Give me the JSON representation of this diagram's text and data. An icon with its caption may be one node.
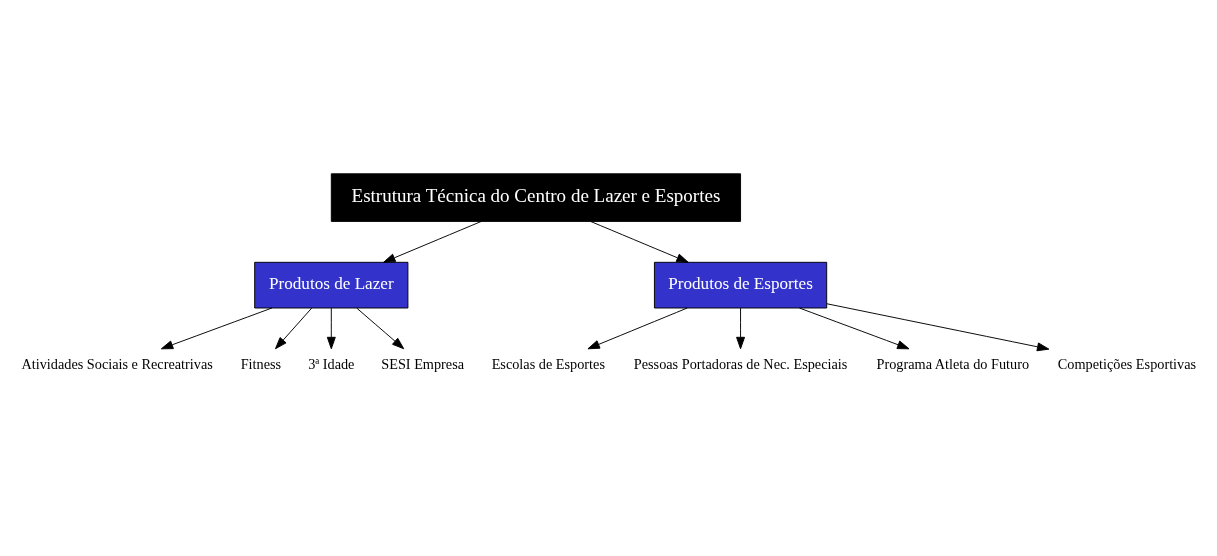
{
  "diagram": {
    "nodes": [
      {
        "text": [
          "Estrutura Técnica do Centro de Lazer e Esportes"
        ]
      },
      {
        "text": [
          "Produtos de Lazer"
        ]
      },
      {
        "text": [
          "Produtos de Esportes"
        ]
      },
      {
        "text": [
          "Atividades Sociais e Recreatrivas"
        ]
      },
      {
        "text": [
          "Fitness"
        ]
      },
      {
        "text": [
          "3ª Idade"
        ]
      },
      {
        "text": [
          "SESI Empresa"
        ]
      },
      {
        "text": [
          "Escolas de Esportes"
        ]
      },
      {
        "text": [
          "Pessoas Portadoras de Nec. Especiais"
        ]
      },
      {
        "text": [
          "Programa Atleta do Futuro"
        ]
      },
      {
        "text": [
          "Competições Esportivas"
        ]
      }
    ],
    "edges": [
      {
        "from": 0,
        "to": 1,
        "arrow": "to"
      },
      {
        "from": 0,
        "to": 2,
        "arrow": "to"
      },
      {
        "from": 1,
        "to": 3,
        "arrow": "to"
      },
      {
        "from": 1,
        "to": 4,
        "arrow": "to"
      },
      {
        "from": 1,
        "to": 5,
        "arrow": "to"
      },
      {
        "from": 1,
        "to": 6,
        "arrow": "to"
      },
      {
        "from": 2,
        "to": 7,
        "arrow": "to"
      },
      {
        "from": 2,
        "to": 8,
        "arrow": "to"
      },
      {
        "from": 2,
        "to": 9,
        "arrow": "to"
      },
      {
        "from": 2,
        "to": 10,
        "arrow": "to"
      }
    ]
  }
}
